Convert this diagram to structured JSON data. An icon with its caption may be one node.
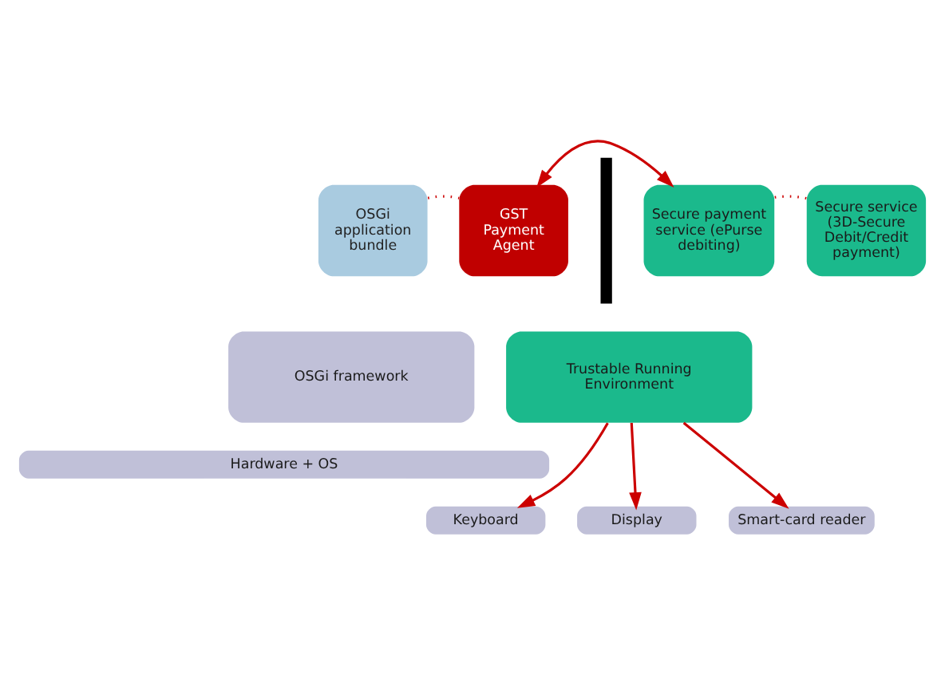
{
  "diagram": {
    "nodes": [
      {
        "text": [
          "OSGi application bundle"
        ]
      },
      {
        "text": [
          "GST Payment Agent"
        ]
      },
      {
        "text": [],
        "shape": "bar"
      },
      {
        "text": [
          "Secure payment service (ePurse debiting)"
        ]
      },
      {
        "text": [
          "Secure service (3D-Secure Debit/Credit payment)"
        ]
      },
      {
        "text": [
          "OSGi framework"
        ]
      },
      {
        "text": [
          "Trustable Running Environment"
        ]
      },
      {
        "text": [
          "Hardware + OS"
        ]
      },
      {
        "text": [
          "Keyboard"
        ]
      },
      {
        "text": [
          "Display"
        ]
      },
      {
        "text": [
          "Smart-card reader"
        ]
      }
    ],
    "edges": [
      {
        "from": 0,
        "to": 1,
        "arrow": "none",
        "style": "dashed"
      },
      {
        "from": 1,
        "to": 3,
        "arrow": "both"
      },
      {
        "from": 3,
        "to": 4,
        "arrow": "none",
        "style": "dashed"
      },
      {
        "from": 6,
        "to": 8,
        "arrow": "to"
      },
      {
        "from": 6,
        "to": 9,
        "arrow": "to"
      },
      {
        "from": 6,
        "to": 10,
        "arrow": "to"
      }
    ]
  }
}
